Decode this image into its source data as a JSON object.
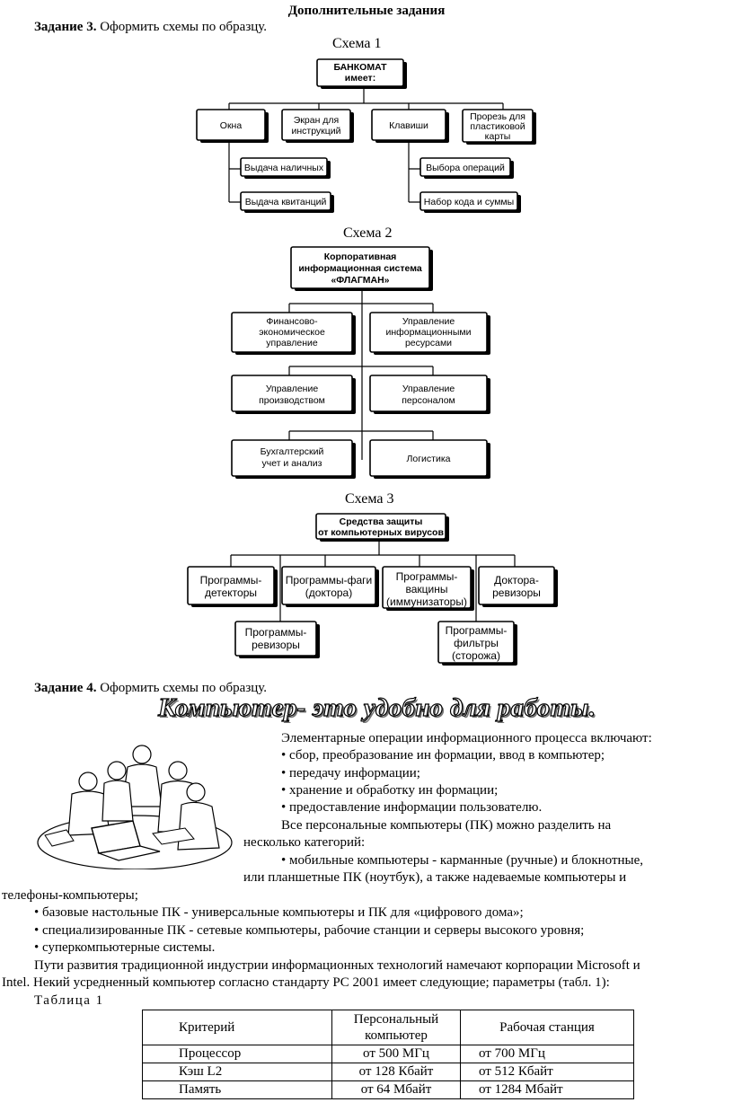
{
  "header": {
    "title": "Дополнительные задания"
  },
  "task3": {
    "label": "Задание 3.",
    "text": " Оформить схемы по образцу.",
    "scheme1": {
      "title": "Схема 1",
      "root_line1": "БАНКОМАТ",
      "root_line2": "имеет:",
      "b1": "Окна",
      "b2_line1": "Экран для",
      "b2_line2": "инструкций",
      "b3": "Клавиши",
      "b4_line1": "Прорезь для",
      "b4_line2": "пластиковой",
      "b4_line3": "карты",
      "s1": "Выдача наличных",
      "s2": "Выдача квитанций",
      "s3": "Выбора операций",
      "s4": "Набор кода и суммы"
    },
    "scheme2": {
      "title": "Схема 2",
      "root_line1": "Корпоративная",
      "root_line2": "информационная система",
      "root_line3": "«ФЛАГМАН»",
      "b1_line1": "Финансово-",
      "b1_line2": "экономическое",
      "b1_line3": "управление",
      "b2_line1": "Управление",
      "b2_line2": "информационными",
      "b2_line3": "ресурсами",
      "b3_line1": "Управление",
      "b3_line2": "производством",
      "b4_line1": "Управление",
      "b4_line2": "персоналом",
      "b5_line1": "Бухгалтерский",
      "b5_line2": "учет и анализ",
      "b6": "Логистика"
    },
    "scheme3": {
      "title": "Схема 3",
      "root_line1": "Средства защиты",
      "root_line2": "от компьютерных вирусов",
      "b1_line1": "Программы-",
      "b1_line2": "детекторы",
      "b2_line1": "Программы-фаги",
      "b2_line2": "(доктора)",
      "b3_line1": "Программы-",
      "b3_line2": "вакцины",
      "b3_line3": "(иммунизаторы)",
      "b4_line1": "Доктора-",
      "b4_line2": "ревизоры",
      "s1_line1": "Программы-",
      "s1_line2": "ревизоры",
      "s2_line1": "Программы-",
      "s2_line2": "фильтры",
      "s2_line3": "(сторожа)"
    }
  },
  "task4": {
    "label": "Задание 4.",
    "text": " Оформить схемы по образцу.",
    "wordart": "Компьютер- это удобно для работы.",
    "lines": [
      "Элементарные операции информационного процесса включают:",
      "• сбор, преобразование ин формации, ввод в компьютер;",
      "• передачу информации;",
      "• хранение и обработку ин формации;",
      "• предоставление информации пользователю.",
      "Все персональные компьютеры (ПК) можно разделить на",
      "несколько категорий:",
      "• мобильные компьютеры - карманные (ручные) и блокнотные,",
      "или планшетные ПК (ноутбук), а также надеваемые компьютеры и",
      "телефоны-компьютеры;",
      "• базовые настольные ПК - универсальные компьютеры и ПК для «цифрового дома»;",
      "• специализированные ПК - сетевые компьютеры, рабочие станции и серверы высокого уровня;",
      "• суперкомпьютерные системы.",
      "Пути развития традиционной индустрии информационных технологий намечают корпорации Microsoft и",
      "Intel. Некий усредненный компьютер согласно стандарту PC 2001 имеет следующие; параметры (табл. 1):"
    ],
    "table_caption": "Таблица 1",
    "table": {
      "headers": [
        "Критерий",
        "Персональный компьютер",
        "Рабочая станция"
      ],
      "rows": [
        [
          "Процессор",
          "от 500 МГц",
          "от 700 МГц"
        ],
        [
          "Кэш L2",
          "от 128 Кбайт",
          "от 512 Кбайт"
        ],
        [
          "Память",
          "от 64 Мбайт",
          "от 1284 Мбайт"
        ]
      ]
    }
  }
}
